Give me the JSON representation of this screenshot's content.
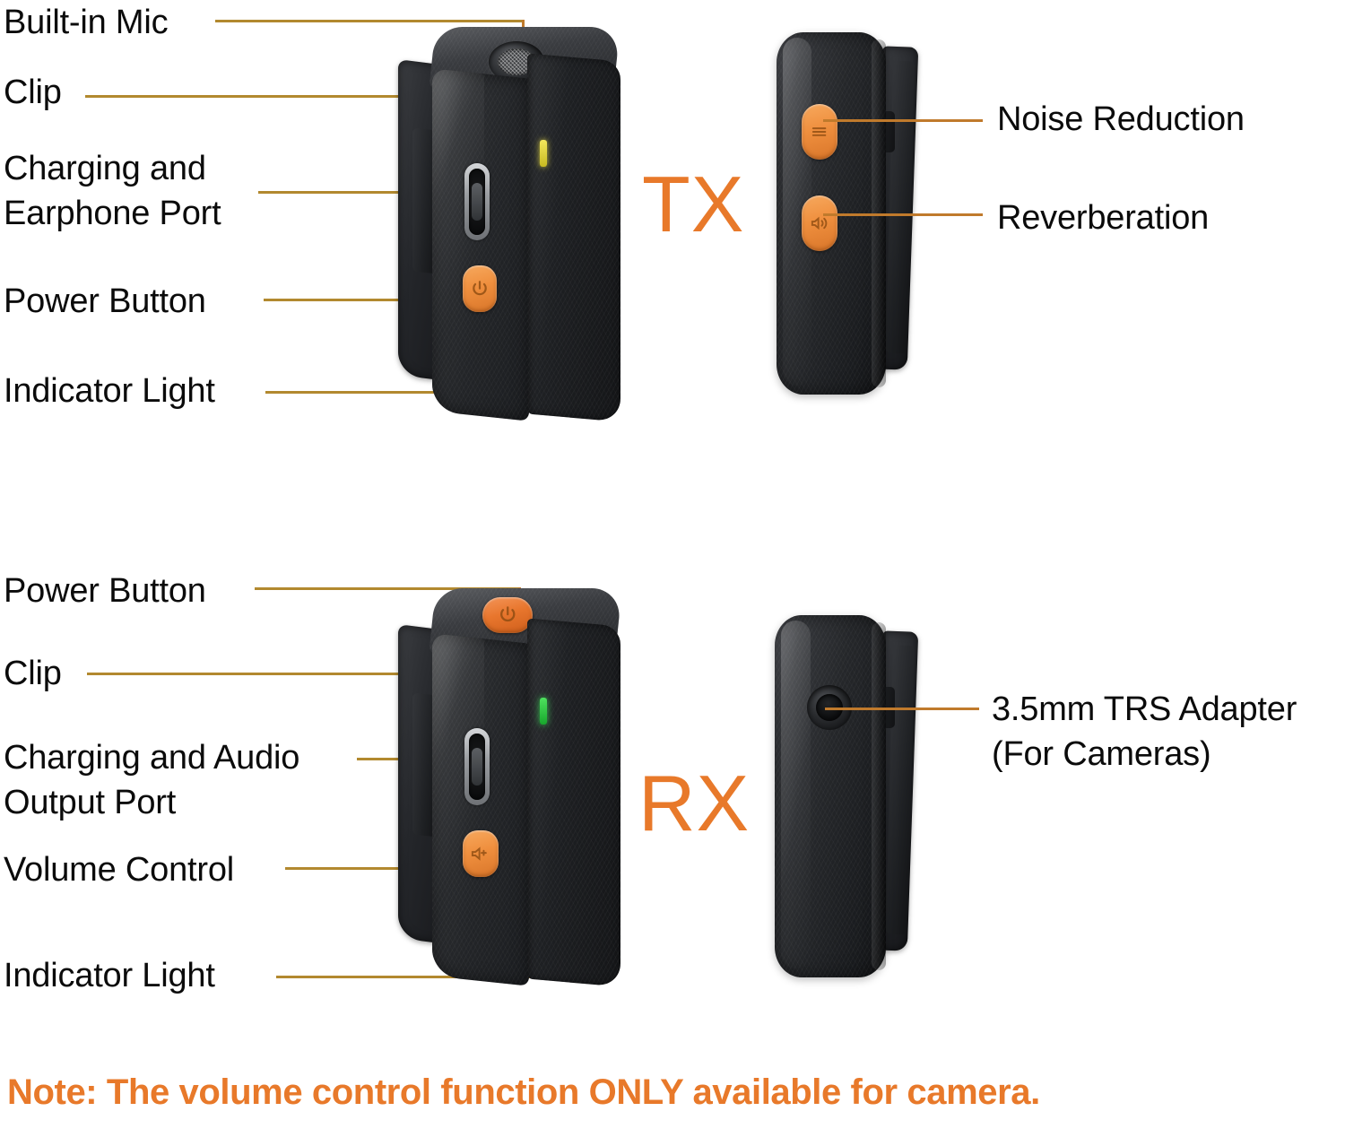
{
  "diagram": {
    "title_tx": "TX",
    "title_rx": "RX",
    "accent_orange": "#E8792A",
    "leader_gold": "#B2892F",
    "leader_orange": "#C07A2C",
    "note": "Note: The volume control function ONLY available for camera."
  },
  "tx": {
    "label": "TX",
    "left_callouts": [
      {
        "text": "Built-in Mic"
      },
      {
        "text": "Clip"
      },
      {
        "text": "Charging and\nEarphone Port"
      },
      {
        "text": "Power Button"
      },
      {
        "text": "Indicator Light"
      }
    ],
    "right_callouts": [
      {
        "text": "Noise Reduction"
      },
      {
        "text": "Reverberation"
      }
    ],
    "indicator_color": "#EEE246"
  },
  "rx": {
    "label": "RX",
    "left_callouts": [
      {
        "text": "Power Button"
      },
      {
        "text": "Clip"
      },
      {
        "text": "Charging and Audio\nOutput Port"
      },
      {
        "text": "Volume Control"
      },
      {
        "text": "Indicator Light"
      }
    ],
    "right_callouts": [
      {
        "text": "3.5mm TRS Adapter\n(For Cameras)"
      }
    ],
    "indicator_color": "#3CDC5A"
  }
}
